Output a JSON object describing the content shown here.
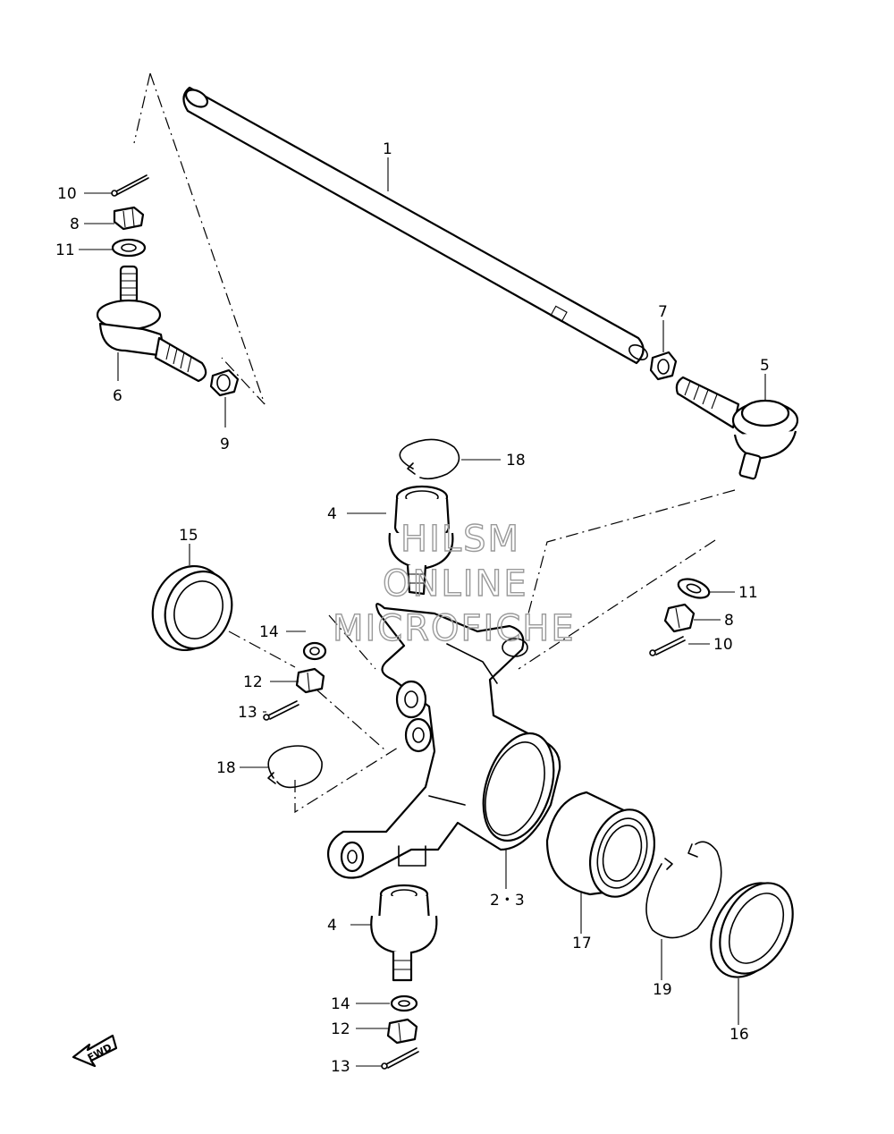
{
  "labels": {
    "p1": "1",
    "p23": "2・3",
    "p4a": "4",
    "p4b": "4",
    "p5": "5",
    "p6": "6",
    "p7": "7",
    "p8a": "8",
    "p8b": "8",
    "p9": "9",
    "p10a": "10",
    "p10b": "10",
    "p11a": "11",
    "p11b": "11",
    "p12a": "12",
    "p12b": "12",
    "p13a": "13",
    "p13b": "13",
    "p14a": "14",
    "p14b": "14",
    "p15": "15",
    "p16": "16",
    "p17": "17",
    "p18a": "18",
    "p18b": "18",
    "p19": "19"
  },
  "watermark": {
    "line1": "HILSM",
    "line2": "ONLINE",
    "line3": "MICROFICHE"
  },
  "fwd_label": "FWD"
}
